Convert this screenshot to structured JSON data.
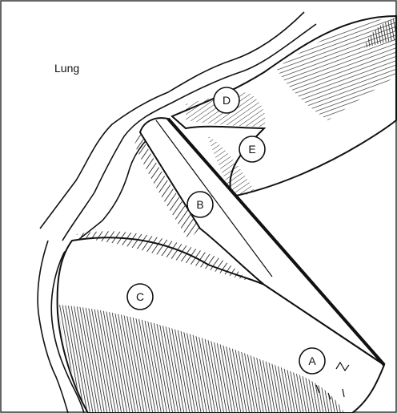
{
  "labels": {
    "lung": "Lung",
    "a": "A",
    "b": "B",
    "c": "C",
    "d": "D",
    "e": "E"
  },
  "colors": {
    "ink": "#111111",
    "paper": "#ffffff",
    "frame": "#333333"
  }
}
